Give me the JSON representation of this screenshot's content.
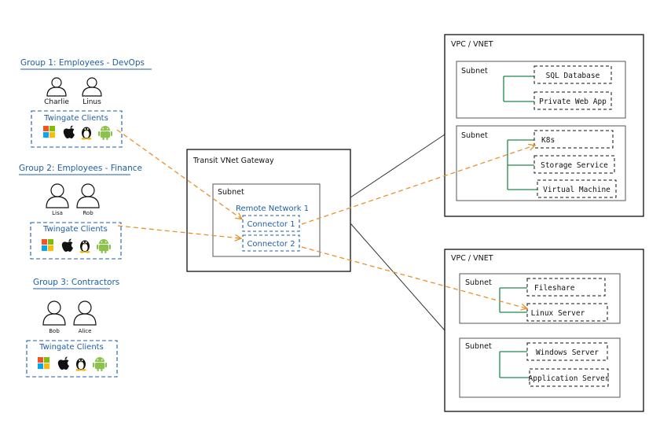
{
  "groups": [
    {
      "title": "Group 1: Employees - DevOps",
      "people": [
        "Charlie",
        "Linus"
      ],
      "clients_label": "Twingate Clients",
      "platforms": [
        "windows-icon",
        "apple-icon",
        "linux-icon",
        "android-icon"
      ]
    },
    {
      "title": "Group 2: Employees - Finance",
      "people": [
        "Lisa",
        "Rob"
      ],
      "clients_label": "Twingate Clients",
      "platforms": [
        "windows-icon",
        "apple-icon",
        "linux-icon",
        "android-icon"
      ]
    },
    {
      "title": "Group 3: Contractors",
      "people": [
        "Bob",
        "Alice"
      ],
      "clients_label": "Twingate Clients",
      "platforms": [
        "windows-icon",
        "apple-icon",
        "linux-icon",
        "android-icon"
      ]
    }
  ],
  "gateway": {
    "title": "Transit VNet Gateway",
    "subnet_label": "Subnet",
    "remote_network": "Remote Network 1",
    "connectors": [
      "Connector 1",
      "Connector 2"
    ]
  },
  "vpcs": [
    {
      "title": "VPC / VNET",
      "subnets": [
        {
          "label": "Subnet",
          "services": [
            "SQL Database",
            "Private Web App"
          ]
        },
        {
          "label": "Subnet",
          "services": [
            "K8s",
            "Storage Service",
            "Virtual Machine"
          ]
        }
      ]
    },
    {
      "title": "VPC / VNET",
      "subnets": [
        {
          "label": "Subnet",
          "services": [
            "Fileshare",
            "Linux Server"
          ]
        },
        {
          "label": "Subnet",
          "services": [
            "Windows Server",
            "Application Server"
          ]
        }
      ]
    }
  ],
  "colors": {
    "accent_blue": "#1f5fa6",
    "arrow_orange": "#e8912d",
    "tree_green": "#1f8a4c",
    "ink": "#111111"
  }
}
